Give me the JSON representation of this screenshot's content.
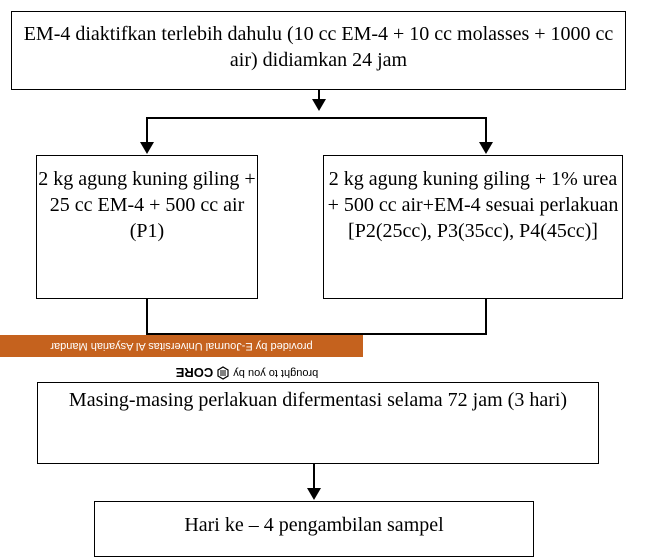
{
  "boxes": {
    "activation": "EM-4 diaktifkan terlebih dahulu (10 cc EM-4 + 10 cc molasses + 1000 cc air) didiamkan 24 jam",
    "p1": "2 kg agung kuning giling + 25 cc EM-4 + 500 cc air (P1)",
    "p2_p4": "2 kg agung kuning giling + 1% urea + 500 cc air+EM-4 sesuai perlakuan [P2(25cc), P3(35cc), P4(45cc)]",
    "fermentation": "Masing-masing perlakuan difermentasi selama 72 jam (3 hari)",
    "sampling": "Hari ke – 4 pengambilan sampel"
  },
  "overlay": {
    "banner_text": "provided by E-Journal Universitas Al Asyariah Mandar",
    "brought_text": "brought to you by",
    "core_text": "CORE"
  }
}
